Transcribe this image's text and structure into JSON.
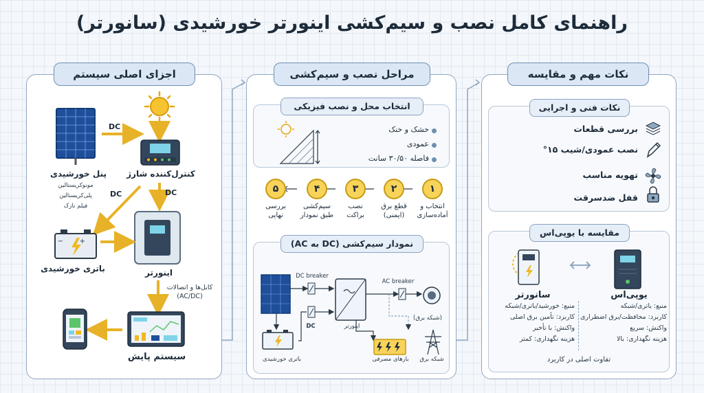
{
  "title": "راهنمای کامل نصب و سیم‌کشی اینورتر خورشیدی (سانورتر)",
  "colors": {
    "accent": "#f2b824",
    "arrow": "#e7b227",
    "panel_border": "#8fa7c0",
    "pill_bg": "#dbe7f5"
  },
  "components": {
    "heading": "اجزای اصلی سیستم",
    "solar_panel": "پنل خورشیدی",
    "panel_types": [
      "مونوکریستالین",
      "پلی‌کریستالین",
      "فیلم نازک"
    ],
    "charge_controller": "کنترل‌کننده شارژ",
    "battery": "باتری خورشیدی",
    "inverter": "اینورتر",
    "monitoring": "سیستم پایش",
    "dc_label_1": "DC",
    "dc_label_2": "DC",
    "dc_label_3": "DC",
    "cables": "کابل‌ها و اتصالات\n(AC/DC)"
  },
  "installation": {
    "heading": "مراحل نصب و سیم‌کشی",
    "site_heading": "انتخاب محل و نصب فیزیکی",
    "site_items": [
      "خشک و خنک",
      "عمودی",
      "فاصله ۳۰/۵۰ سانت"
    ],
    "steps": [
      {
        "num": "۱",
        "label": "انتخاب و\nآماده‌سازی"
      },
      {
        "num": "۲",
        "label": "قطع برق\n(ایمنی)"
      },
      {
        "num": "۳",
        "label": "نصب\nبراکت"
      },
      {
        "num": "۴",
        "label": "سیم‌کشی\nطبق نمودار"
      },
      {
        "num": "۵",
        "label": "بررسی\nنهایی"
      }
    ],
    "wiring_heading": "نمودار سیم‌کشی (DC به AC)",
    "dc_breaker": "DC breaker",
    "ac_breaker": "AC breaker",
    "dc_label": "DC",
    "inverter_label": "اینورتر",
    "battery_label": "باتری خورشیدی",
    "loads_label": "بارهای مصرفی",
    "grid_label": "شبکه برق",
    "grid_short": "(شبکه برق)"
  },
  "tips": {
    "heading": "نکات مهم و مقایسه",
    "tech_heading": "نکات فنی و اجرایی",
    "items": [
      {
        "icon": "layers-icon",
        "label": "بررسی قطعات"
      },
      {
        "icon": "pencil-icon",
        "label": "نصب عمودی/شیب ۱۵°"
      },
      {
        "icon": "fan-icon",
        "label": "تهویه مناسب"
      },
      {
        "icon": "lock-icon",
        "label": "قفل ضدسرقت"
      }
    ],
    "compare_heading": "مقایسه با یوپی‌اس",
    "sunverter": {
      "name": "سانورتر",
      "lines": [
        "منبع: خورشید/باتری/شبکه",
        "کاربرد: تأمین برق اصلی",
        "واکنش: با تأخیر",
        "هزینه نگهداری: کمتر"
      ]
    },
    "ups": {
      "name": "یوپی‌اس",
      "lines": [
        "منبع: باتری/شبکه",
        "کاربرد: محافظت/برق اضطراری",
        "واکنش: سریع",
        "هزینه نگهداری: بالا"
      ]
    },
    "footer": "تفاوت اصلی در کاربرد"
  }
}
